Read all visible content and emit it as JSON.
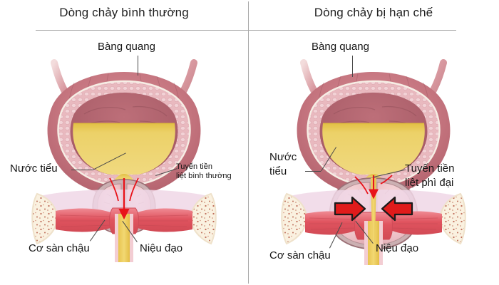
{
  "panels": {
    "left": {
      "title": "Dòng chảy bình thường",
      "labels": {
        "bladder": "Bàng quang",
        "urine": "Nước tiểu",
        "prostate_line1": "Tuyến tiền",
        "prostate_line2": "liệt bình thường",
        "pelvic_floor": "Cơ sàn chậu",
        "urethra": "Niệu đạo"
      }
    },
    "right": {
      "title": "Dòng chảy bị hạn chế",
      "labels": {
        "bladder": "Bàng quang",
        "urine_line1": "Nước",
        "urine_line2": "tiểu",
        "prostate_line1": "Tuyến tiền",
        "prostate_line2": "liệt phì đại",
        "pelvic_floor": "Cơ sàn chậu",
        "urethra": "Niệu đạo"
      }
    }
  },
  "icons": {
    "flow_arrow": "downward-flow-arrow",
    "compression_arrow_left": "compression-arrow-right-pointing",
    "compression_arrow_right": "compression-arrow-left-pointing"
  },
  "colors": {
    "bladder_wall_outer": "#c0707a",
    "bladder_wall_mid": "#e3b3b8",
    "bladder_mucosa": "#b0626c",
    "urine_yellow": "#e9cb5e",
    "prostate_fill": "#eec3c8",
    "prostate_outline": "#9b7076",
    "pelvic_floor_muscle": "#e3626f",
    "pelvic_tissue": "#f0d7e6",
    "bone_fill": "#faf1e0",
    "bone_speck": "#b2503c",
    "flow_arrow_red": "#e8131a",
    "compression_arrow_red": "#e01b1b",
    "rule_gray": "#a9a9a9",
    "text": "#161616",
    "background": "#ffffff"
  }
}
